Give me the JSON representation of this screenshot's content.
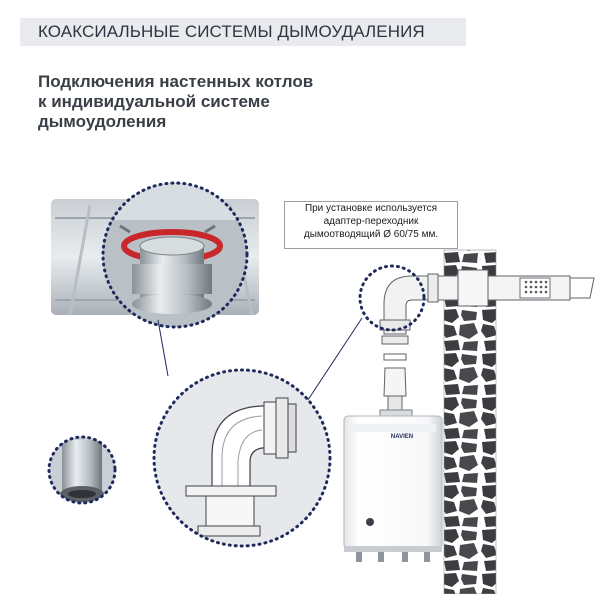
{
  "header": {
    "section_title": "КОАКСИАЛЬНЫЕ СИСТЕМЫ ДЫМОУДАЛЕНИЯ"
  },
  "heading": {
    "lines": [
      "Подключения настенных котлов",
      "к индивидуальной системе",
      "дымоудоления"
    ]
  },
  "note": {
    "lines": [
      "При установке используется",
      "адаптер-переходник",
      "дымоотводящий Ø 60/75 мм."
    ]
  },
  "boiler": {
    "brand": "NAVIEN"
  },
  "colors": {
    "accent_navy": "#1f2a5c",
    "seal_red": "#c8282c",
    "bar_gray": "#e9eaee",
    "pipe_white": "#f4f4f4"
  }
}
